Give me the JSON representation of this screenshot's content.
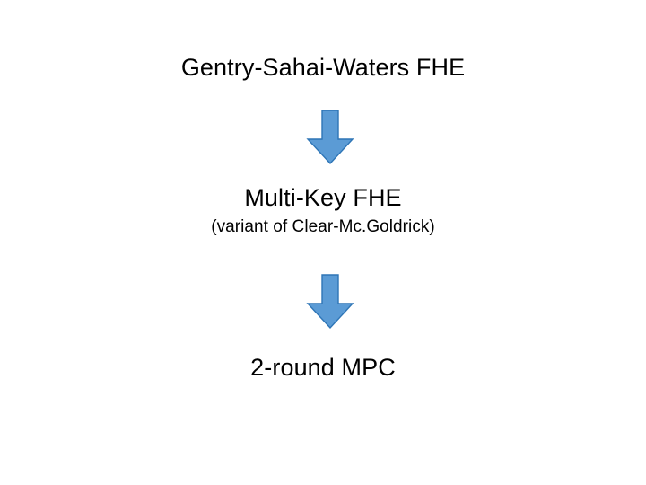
{
  "slide": {
    "background_color": "#ffffff",
    "text_color": "#000000",
    "arrow_fill": "#5b9bd5",
    "arrow_stroke": "#2e75b6",
    "nodes": [
      {
        "title": "Gentry-Sahai-Waters FHE",
        "subtitle": ""
      },
      {
        "title": "Multi-Key FHE",
        "subtitle": "(variant of Clear-Mc.Goldrick)"
      },
      {
        "title": "2-round MPC",
        "subtitle": ""
      }
    ],
    "arrows": [
      {
        "name": "down-arrow-icon",
        "direction": "down"
      },
      {
        "name": "down-arrow-icon",
        "direction": "down"
      }
    ]
  }
}
